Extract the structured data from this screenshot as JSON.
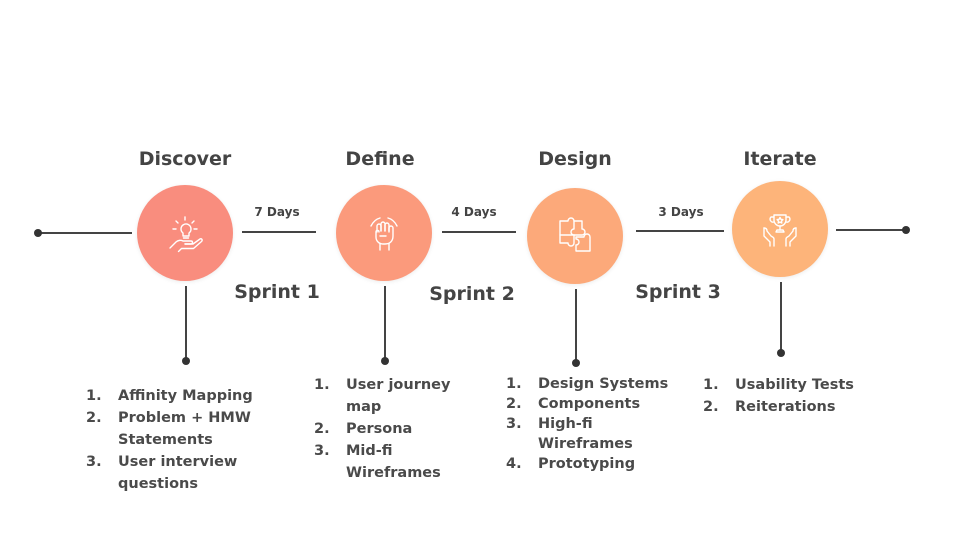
{
  "stages": [
    {
      "title": "Discover",
      "color": "#f98d7e",
      "icon": "lightbulb-hand-icon",
      "steps": [
        "Affinity Mapping",
        "Problem + HMW Statements",
        "User interview questions"
      ]
    },
    {
      "title": "Define",
      "color": "#fb9a7c",
      "icon": "raised-fist-icon",
      "steps": [
        "User journey map",
        "Persona",
        "Mid-fi Wireframes"
      ]
    },
    {
      "title": "Design",
      "color": "#fca97a",
      "icon": "puzzle-pieces-icon",
      "steps": [
        "Design Systems",
        "Components",
        "High-fi Wireframes",
        "Prototyping"
      ]
    },
    {
      "title": "Iterate",
      "color": "#fdb47a",
      "icon": "trophy-hands-icon",
      "steps": [
        "Usability Tests",
        "Reiterations"
      ]
    }
  ],
  "durations": [
    "7 Days",
    "4 Days",
    "3 Days"
  ],
  "sprints": [
    "Sprint 1",
    "Sprint 2",
    "Sprint 3"
  ]
}
